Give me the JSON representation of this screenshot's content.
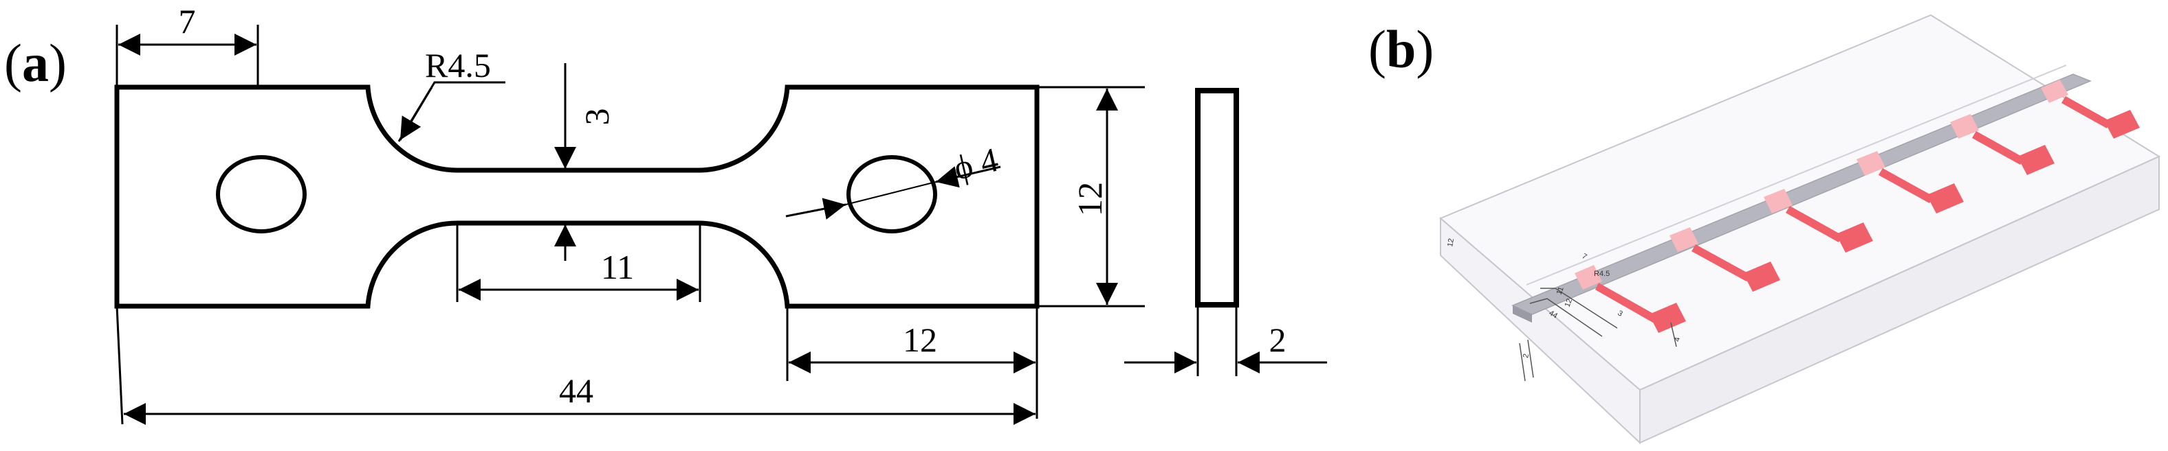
{
  "panel_a": {
    "label_open": "(",
    "label_letter": "a",
    "label_close": ")",
    "dims": {
      "tab_width": "7",
      "radius": "R4.5",
      "gauge_thickness": "3",
      "hole_diameter": "ϕ 4",
      "gauge_length": "11",
      "total_width": "12",
      "grip_length": "12",
      "total_length": "44",
      "side_thickness": "2"
    }
  },
  "panel_b": {
    "label_open": "(",
    "label_letter": "b",
    "label_close": ")",
    "specimen_color": "#f0606a",
    "specimen_color_faded": "#f7b7bd",
    "box_color": "#c8c8d2",
    "plate_color": "#9a9aa6",
    "small_labels": {
      "radius": "R4.5",
      "dim_a": "11",
      "dim_b": "12",
      "dim_c": "3",
      "dim_d": "7",
      "dim_e": "44",
      "dim_f": "2",
      "dim_g": "4",
      "dim_h": "12"
    }
  }
}
